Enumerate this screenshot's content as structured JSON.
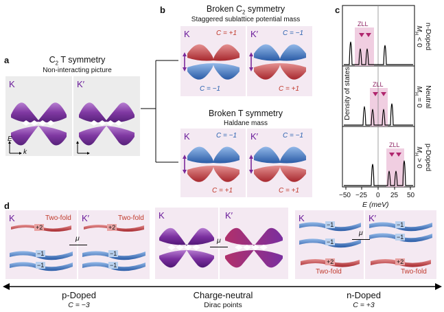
{
  "panel_labels": {
    "a": "a",
    "b": "b",
    "c": "c",
    "d": "d"
  },
  "panel_a": {
    "title": "C2 T symmetry",
    "title_main": "C",
    "title_sub": "2",
    "title_rest": " T symmetry",
    "subtitle": "Non-interacting picture",
    "valley_left": "K",
    "valley_right": "K′",
    "axis_e": "E",
    "axis_k": "k"
  },
  "panel_b_top": {
    "title_pre": "Broken C",
    "title_sub": "2",
    "title_post": " symmetry",
    "subtitle": "Staggered sublattice potential mass",
    "valley_left": "K",
    "valley_right": "K′",
    "left_top_c": "C = +1",
    "left_bottom_c": "C = −1",
    "right_top_c": "C = −1",
    "right_bottom_c": "C = +1"
  },
  "panel_b_bottom": {
    "title": "Broken T symmetry",
    "subtitle": "Haldane mass",
    "valley_left": "K",
    "valley_right": "K′",
    "left_top_c": "C = −1",
    "left_bottom_c": "C = +1",
    "right_top_c": "C = −1",
    "right_bottom_c": "C = +1"
  },
  "panel_c": {
    "ylabel": "Density of states",
    "xlabel": "E (meV)",
    "xticks": [
      "−50",
      "−25",
      "0",
      "25",
      "50"
    ],
    "zll": "ZLL",
    "rows": [
      {
        "l1": "n-Doped",
        "l2_pre": "M",
        "l2_sub": "H",
        "l2_post": " < 0"
      },
      {
        "l1": "Neutral",
        "l2_pre": "M",
        "l2_sub": "H",
        "l2_post": " = 0"
      },
      {
        "l1": "p-Doped",
        "l2_pre": "M",
        "l2_sub": "H",
        "l2_post": " > 0"
      }
    ]
  },
  "panel_d": {
    "left": {
      "valley_left": "K",
      "valley_right": "K′",
      "two_fold": "Two-fold",
      "plus2": "+2",
      "minus1": "−1",
      "mu": "μ"
    },
    "middle": {
      "valley_left": "K",
      "valley_right": "K′",
      "mu": "μ"
    },
    "right": {
      "valley_left": "K",
      "valley_right": "K′",
      "two_fold": "Two-fold",
      "plus2": "+2",
      "minus1": "−1",
      "mu": "μ"
    }
  },
  "bottom_axis": {
    "left_title": "p-Doped",
    "left_sub": "C = −3",
    "middle_title": "Charge-neutral",
    "middle_sub": "Dirac points",
    "right_title": "n-Doped",
    "right_sub": "C = +3"
  },
  "colors": {
    "panel_bg": "#f7eef4",
    "panel_gray": "#ececec",
    "purple": "#7b2a9a",
    "red": "#c94a4a",
    "blue": "#3d78c2",
    "zll_band": "#e8b8d4"
  }
}
